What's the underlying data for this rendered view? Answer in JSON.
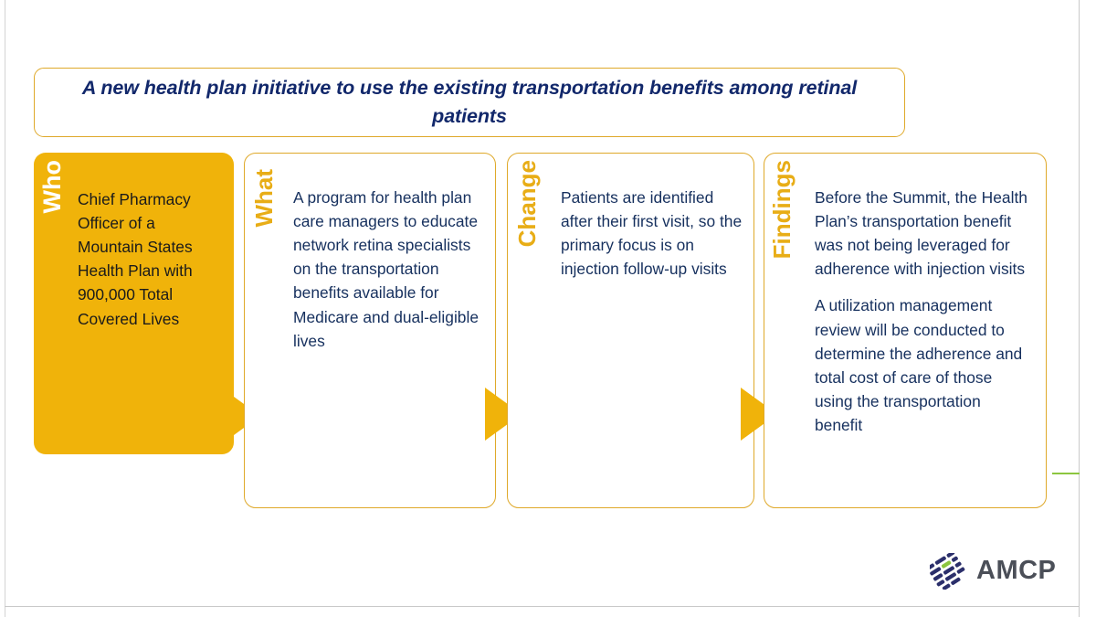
{
  "slide": {
    "title": "A new health plan initiative to use the existing transportation benefits among retinal patients",
    "background_color": "#ffffff",
    "accent_gold": "#f0b30a",
    "accent_navy": "#16305e",
    "border_gold": "#dfa92a",
    "edge_green": "#8cc63f"
  },
  "panels": [
    {
      "label": "Who",
      "style": "filled-gold",
      "body": "Chief Pharmacy Officer of a Mountain States Health Plan with 900,000 Total Covered Lives",
      "paragraphs": [
        "Chief Pharmacy Officer of a Mountain States Health Plan with 900,000 Total Covered Lives"
      ]
    },
    {
      "label": "What",
      "style": "outlined",
      "body": "A program for health plan care managers to educate network retina specialists on the transportation benefits available for Medicare and dual-eligible lives",
      "paragraphs": [
        "A program for health plan care managers to educate network retina specialists on the transportation benefits available for Medicare and dual-eligible lives"
      ]
    },
    {
      "label": "Change",
      "style": "outlined",
      "body": "Patients are identified after their first visit, so the primary focus is on injection follow-up visits",
      "paragraphs": [
        "Patients are identified after their first visit, so the primary focus is on injection follow-up visits"
      ]
    },
    {
      "label": "Findings",
      "style": "outlined",
      "body": "Before the Summit, the Health Plan’s transportation benefit was not being leveraged for adherence with injection visits",
      "paragraphs": [
        "Before the Summit, the Health Plan’s transportation benefit was not being leveraged for adherence with injection visits",
        "A utilization management review will be conducted to determine the adherence and total cost of care of those using the transportation benefit"
      ]
    }
  ],
  "arrows": [
    {
      "name": "arrow-who-to-what",
      "direction": "right"
    },
    {
      "name": "arrow-what-to-change",
      "direction": "right"
    },
    {
      "name": "arrow-change-to-findings",
      "direction": "right"
    }
  ],
  "logo": {
    "wordmark": "AMCP",
    "mark_name": "amcp-stripes-icon",
    "stripe_color": "#2b2f6b",
    "accent_stripe_color": "#8cc63f",
    "word_color": "#4b4f58"
  }
}
